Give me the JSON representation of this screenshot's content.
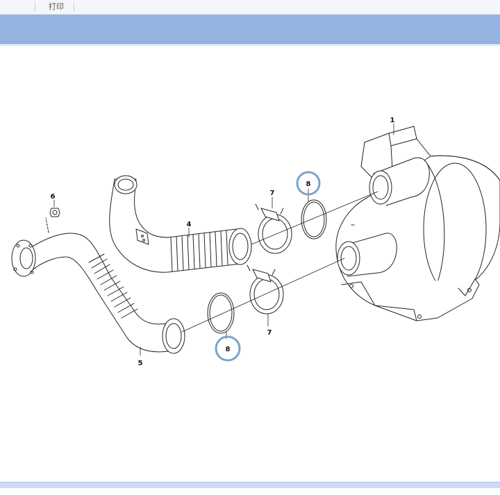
{
  "toolbar": {
    "print_label": "打印"
  },
  "diagram": {
    "callouts": {
      "c1": "1",
      "c4": "4",
      "c5": "5",
      "c6": "6",
      "c7a": "7",
      "c7b": "7",
      "c8a": "8",
      "c8b": "8"
    },
    "highlight_color": "#7ba3cc"
  }
}
